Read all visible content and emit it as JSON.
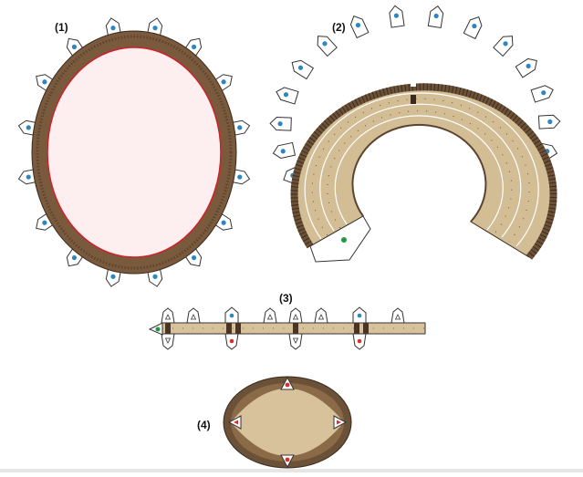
{
  "labels": {
    "part1": "(1)",
    "part2": "(2)",
    "part3": "(3)",
    "part4": "(4)"
  },
  "colors": {
    "stone_dark": "#6b5138",
    "stone_mid": "#8b6a48",
    "sand": "#d8c29c",
    "sand_light": "#e3d3b2",
    "arena_fill": "#fdeef0",
    "arena_rim": "#d0202a",
    "tab_blue": "#2e86c1",
    "tab_red": "#d9302a",
    "tab_green": "#1e9a3e",
    "outline": "#333333"
  },
  "icons": {
    "blue_dot": "tab-blue-dot-icon",
    "red_dot": "tab-red-dot-icon",
    "green_dot": "tab-green-dot-icon",
    "triangle": "triangle-marker-icon"
  }
}
